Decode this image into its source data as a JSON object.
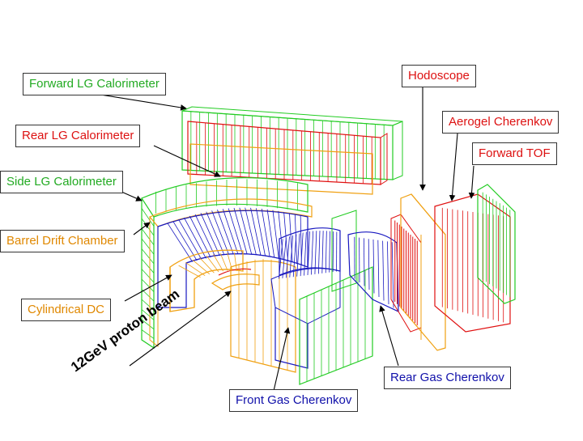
{
  "colors": {
    "green": "#22cc22",
    "red": "#e01010",
    "blue": "#1818c0",
    "orange": "#f0a010",
    "label_text_green": "#22aa22",
    "label_text_red": "#dd1111",
    "label_text_orange": "#e08800",
    "label_text_blue": "#1111aa"
  },
  "labels": {
    "forward_lg_calorimeter": "Forward LG Calorimeter",
    "rear_lg_calorimeter": "Rear LG Calorimeter",
    "side_lg_calorimeter": "Side LG Calorimeter",
    "barrel_drift_chamber": "Barrel Drift Chamber",
    "cylindrical_dc": "Cylindrical DC",
    "hodoscope": "Hodoscope",
    "aerogel_cherenkov": "Aerogel Cherenkov",
    "forward_tof": "Forward TOF",
    "rear_gas_cherenkov": "Rear Gas Cherenkov",
    "front_gas_cherenkov": "Front Gas Cherenkov"
  },
  "beam_label": "12GeV proton beam"
}
